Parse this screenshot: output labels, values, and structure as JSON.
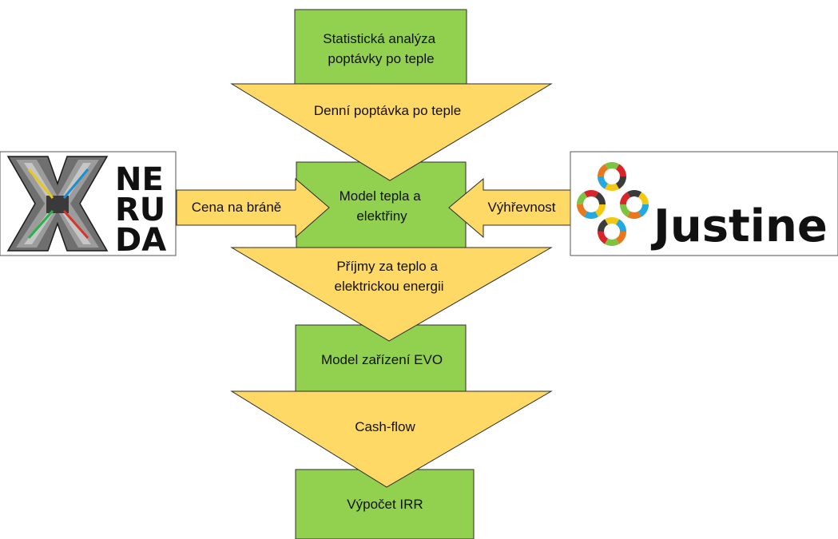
{
  "colors": {
    "box_fill": "#92d050",
    "box_stroke": "#2e2e2e",
    "arrow_fill": "#ffd966",
    "arrow_stroke": "#2b2b2b"
  },
  "boxes": {
    "statistical_analysis": "Statistická analýza poptávky po teple",
    "heat_power_model": "Model tepla a elektřiny",
    "evo_model": "Model zařízení EVO",
    "irr": "Výpočet IRR"
  },
  "arrows": {
    "daily_demand": "Denní poptávka po teple",
    "revenues": "Příjmy za teplo a elektrickou energii",
    "cash_flow": "Cash-flow",
    "gate_price": "Cena na bráně",
    "calorific_value": "Výhřevnost"
  },
  "logos": {
    "neruda": {
      "name": "neruda-logo",
      "letter_rows": [
        "NE",
        "RU",
        "DA"
      ],
      "colors": [
        "#e6c81a",
        "#1f8ed1",
        "#2bb04a",
        "#d9342b"
      ]
    },
    "justine": {
      "name": "justine-logo",
      "wordmark": "Justine",
      "ring_colors": [
        "#3b3b3b",
        "#f2c811",
        "#23a8e0",
        "#e8771e",
        "#7ec242",
        "#d9252a"
      ]
    }
  }
}
